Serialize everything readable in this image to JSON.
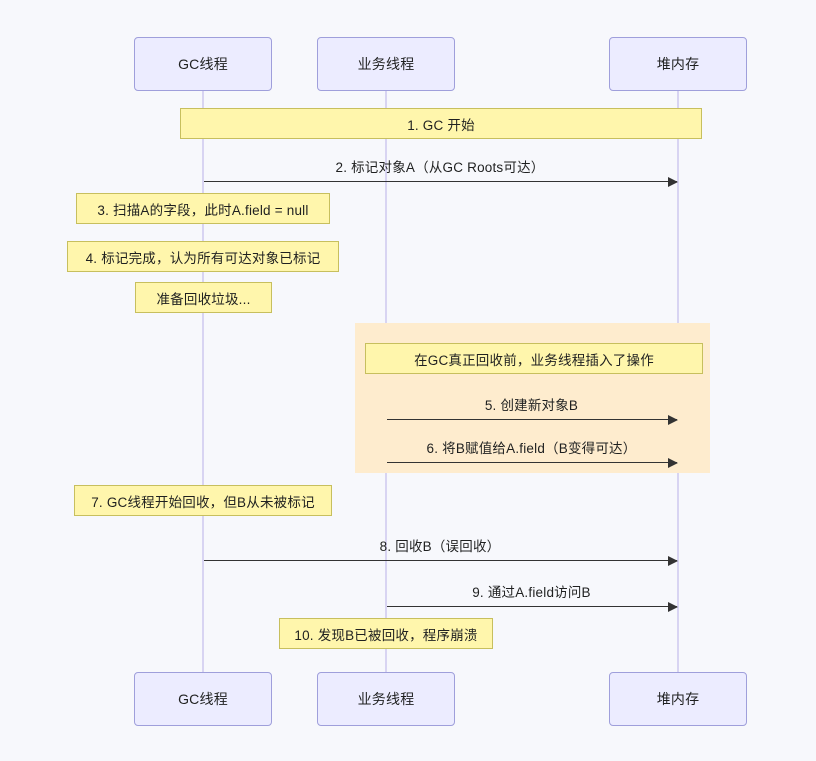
{
  "diagram": {
    "type": "sequence-diagram",
    "title": "",
    "background_color": "#f7f8fc",
    "participant_fill": "#ececff",
    "participant_stroke": "#9f9fdb",
    "note_fill": "#fff6ac",
    "note_stroke": "#c7bf5e",
    "rect_fill": "#feecce",
    "line_color": "#333333",
    "lifeline_color": "#d8d4f2"
  },
  "participants": [
    {
      "id": "gc",
      "label": "GC线程"
    },
    {
      "id": "app",
      "label": "业务线程"
    },
    {
      "id": "heap",
      "label": "堆内存"
    }
  ],
  "notes": {
    "gc_start": "1. GC 开始",
    "scan_field": "3. 扫描A的字段，此时A.field = null",
    "mark_done": "4. 标记完成，认为所有可达对象已标记",
    "prepare_collect": "准备回收垃圾...",
    "app_inserts": "在GC真正回收前，业务线程插入了操作",
    "gc_collect_unmarked": "7. GC线程开始回收，但B从未被标记",
    "crash": "10. 发现B已被回收，程序崩溃"
  },
  "messages": [
    {
      "num": "2",
      "label": "2. 标记对象A（从GC Roots可达）",
      "from": "gc",
      "to": "heap"
    },
    {
      "num": "5",
      "label": "5. 创建新对象B",
      "from": "app",
      "to": "heap"
    },
    {
      "num": "6",
      "label": "6. 将B赋值给A.field（B变得可达）",
      "from": "app",
      "to": "heap"
    },
    {
      "num": "8",
      "label": "8. 回收B（误回收）",
      "from": "gc",
      "to": "heap"
    },
    {
      "num": "9",
      "label": "9. 通过A.field访问B",
      "from": "app",
      "to": "heap"
    }
  ]
}
